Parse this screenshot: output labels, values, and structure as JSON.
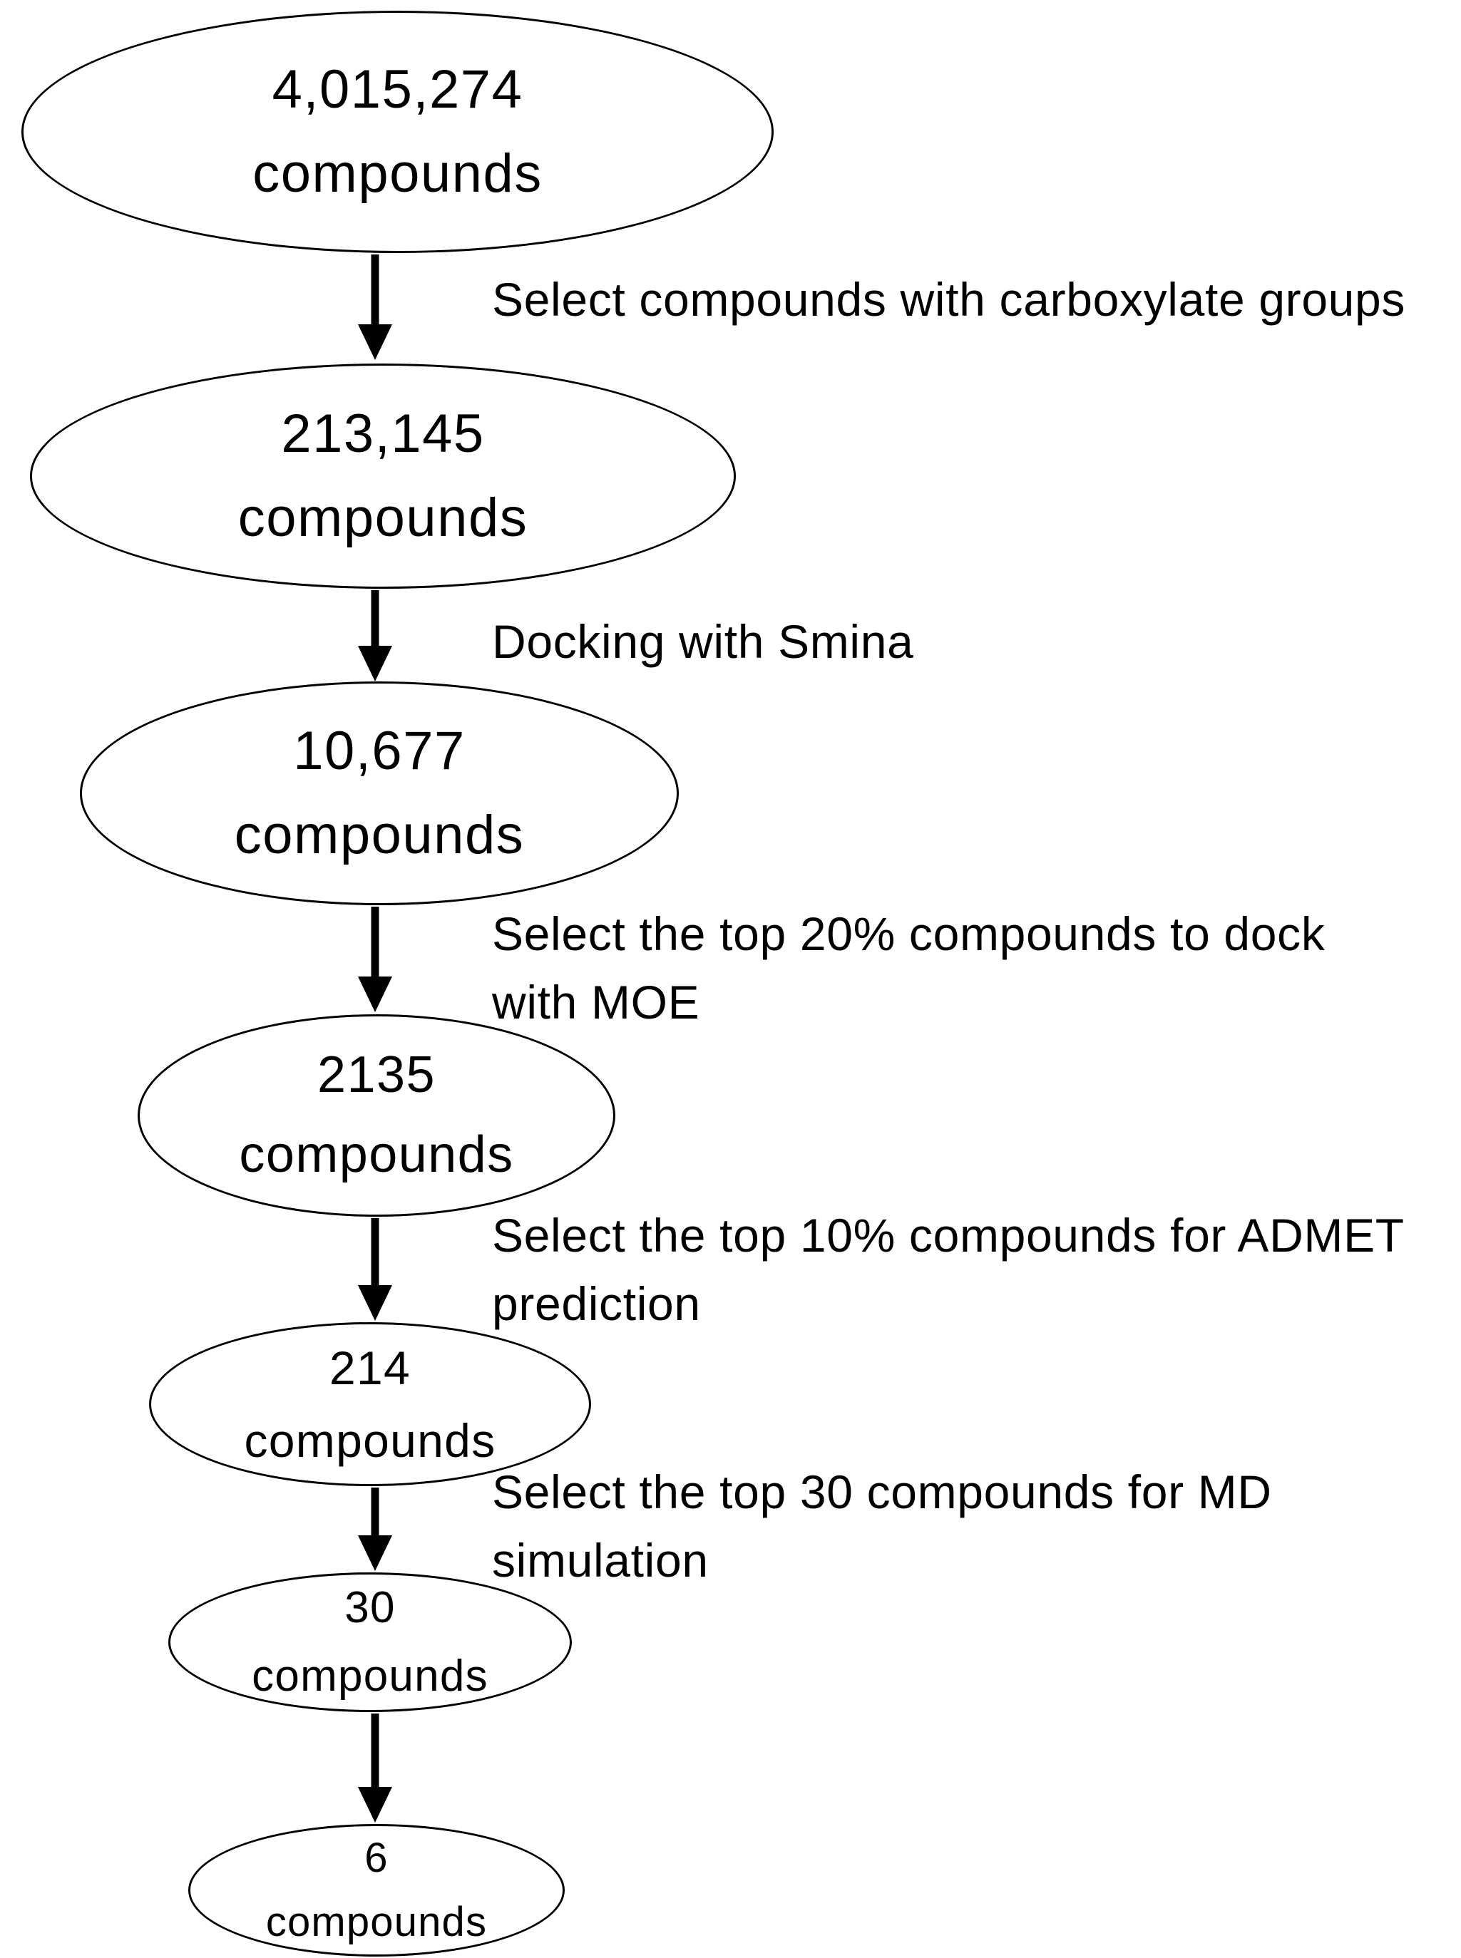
{
  "figure": {
    "background_color": "#ffffff",
    "stroke_color": "#000000",
    "text_color": "#000000",
    "type": "screening-funnel-flowchart"
  },
  "nodes": [
    {
      "count": "4,015,274",
      "unit": "compounds"
    },
    {
      "count": "213,145",
      "unit": "compounds"
    },
    {
      "count": "10,677",
      "unit": "compounds"
    },
    {
      "count": "2135",
      "unit": "compounds"
    },
    {
      "count": "214",
      "unit": "compounds"
    },
    {
      "count": "30",
      "unit": "compounds"
    },
    {
      "count": "6",
      "unit": "compounds"
    }
  ],
  "steps": [
    {
      "lines": [
        "Select compounds with carboxylate groups"
      ]
    },
    {
      "lines": [
        "Docking with Smina"
      ]
    },
    {
      "lines": [
        "Select the top 20% compounds to dock",
        "with MOE"
      ]
    },
    {
      "lines": [
        "Select the top 10% compounds for ADMET",
        "prediction"
      ]
    },
    {
      "lines": [
        "Select the top 30 compounds for MD",
        "simulation"
      ]
    }
  ]
}
